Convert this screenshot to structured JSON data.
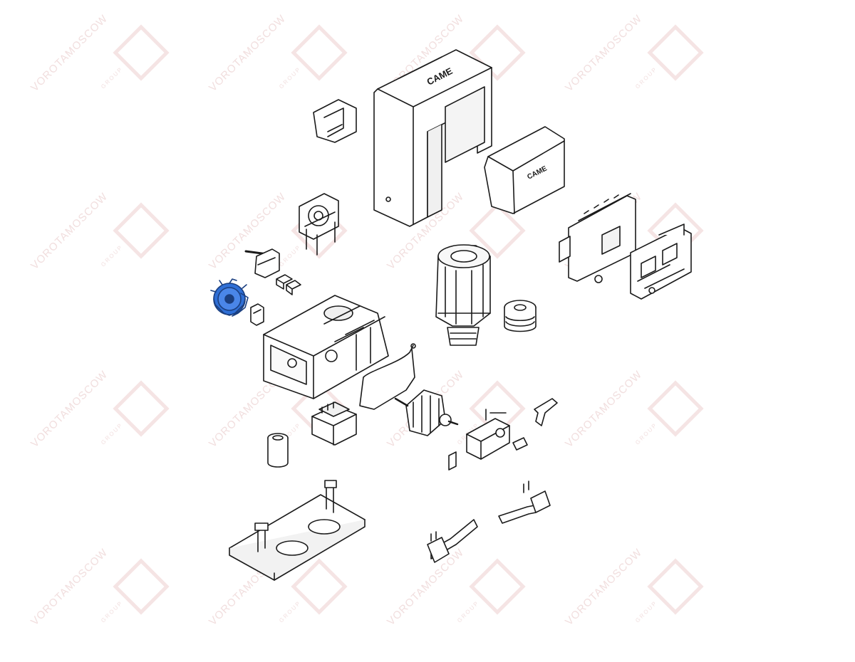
{
  "diagram": {
    "brand_label": "CAME",
    "highlight_color": "#2f6fd6",
    "line_color": "#1a1a1a",
    "fill_color": "#ffffff",
    "shadow_color": "#e8e8e8"
  },
  "watermark": {
    "text": "VOROTAMOSCOW",
    "sub": "GROUP",
    "color": "#f1dede"
  }
}
